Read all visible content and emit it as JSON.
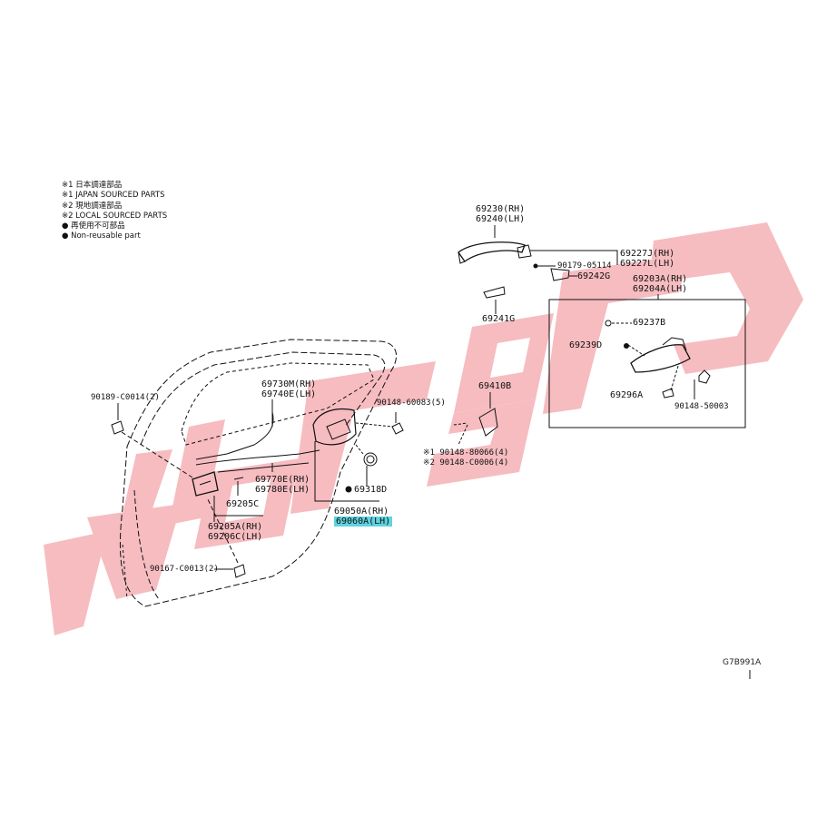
{
  "legend": {
    "line1": "※1 日本調達部品",
    "line2": "※1 JAPAN SOURCED PARTS",
    "line3": "※2 現地調達部品",
    "line4": "※2 LOCAL SOURCED PARTS",
    "line5": "● 再使用不可部品",
    "line6": "● Non-reusable part"
  },
  "parts": {
    "p69230": "69230(RH)",
    "p69240": "69240(LH)",
    "p69227J": "69227J(RH)",
    "p69227L": "69227L(LH)",
    "p90179": "90179-05114",
    "p69242G": "69242G",
    "p69203A": "69203A(RH)",
    "p69204A": "69204A(LH)",
    "p69241G": "69241G",
    "p69237B": "69237B",
    "p69239D": "69239D",
    "p69296A": "69296A",
    "p90148_50003": "90148-50003",
    "p90189": "90189-C0014(2)",
    "p69730M": "69730M(RH)",
    "p69740E": "69740E(LH)",
    "p90148_60083": "90148-60083(5)",
    "p69410B": "69410B",
    "p90148_80066": "※1 90148-80066(4)",
    "p90148_C0006": "※2 90148-C0006(4)",
    "p69770E": "69770E(RH)",
    "p69780E": "69780E(LH)",
    "p69205C": "69205C",
    "p69318D": "69318D",
    "p69205A": "69205A(RH)",
    "p69206C": "69206C(LH)",
    "p69050A": "69050A(RH)",
    "p69060A": "69060A(LH)",
    "p90167": "90167-C0013(2)"
  },
  "diagram_code": "G7B991A",
  "colors": {
    "watermark": "#f3a3a8",
    "highlight": "#5fd3e0",
    "line": "#111111"
  }
}
